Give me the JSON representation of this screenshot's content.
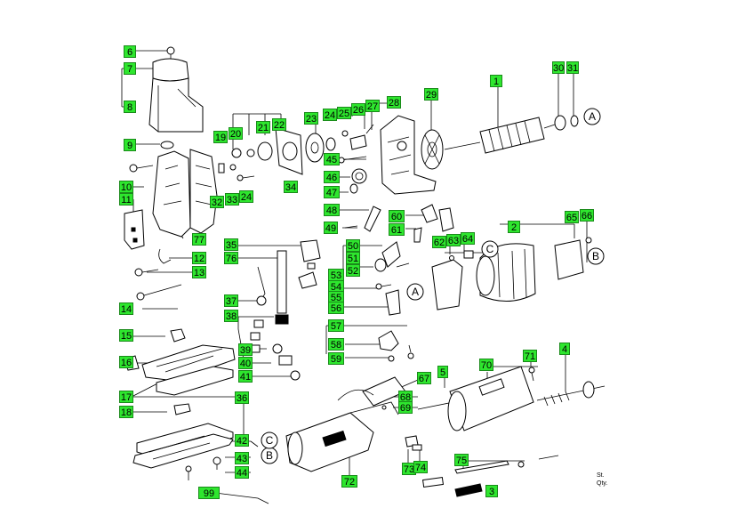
{
  "labels": [
    {
      "id": "6",
      "text": "6",
      "hl": true
    },
    {
      "id": "7",
      "text": "7",
      "hl": true
    },
    {
      "id": "8",
      "text": "8",
      "hl": true
    },
    {
      "id": "9",
      "text": "9",
      "hl": true
    },
    {
      "id": "10",
      "text": "10",
      "hl": true
    },
    {
      "id": "11",
      "text": "11",
      "hl": true
    },
    {
      "id": "12",
      "text": "12",
      "hl": true
    },
    {
      "id": "13",
      "text": "13",
      "hl": true
    },
    {
      "id": "14",
      "text": "14",
      "hl": true
    },
    {
      "id": "15",
      "text": "15",
      "hl": true
    },
    {
      "id": "16",
      "text": "16",
      "hl": true
    },
    {
      "id": "17",
      "text": "17",
      "hl": true
    },
    {
      "id": "18",
      "text": "18",
      "hl": true
    },
    {
      "id": "19",
      "text": "19",
      "hl": true
    },
    {
      "id": "20",
      "text": "20",
      "hl": true
    },
    {
      "id": "21",
      "text": "21",
      "hl": true
    },
    {
      "id": "22",
      "text": "22",
      "hl": true
    },
    {
      "id": "23",
      "text": "23",
      "hl": true
    },
    {
      "id": "24a",
      "text": "24",
      "hl": true
    },
    {
      "id": "24b",
      "text": "24",
      "hl": true
    },
    {
      "id": "25",
      "text": "25",
      "hl": true
    },
    {
      "id": "26",
      "text": "26",
      "hl": true
    },
    {
      "id": "27",
      "text": "27",
      "hl": true
    },
    {
      "id": "28",
      "text": "28",
      "hl": true
    },
    {
      "id": "29",
      "text": "29",
      "hl": true
    },
    {
      "id": "30",
      "text": "30",
      "hl": true
    },
    {
      "id": "31",
      "text": "31",
      "hl": true
    },
    {
      "id": "1",
      "text": "1",
      "hl": true
    },
    {
      "id": "32",
      "text": "32",
      "hl": true
    },
    {
      "id": "33",
      "text": "33",
      "hl": true
    },
    {
      "id": "34",
      "text": "34",
      "hl": true
    },
    {
      "id": "45",
      "text": "45",
      "hl": true
    },
    {
      "id": "46",
      "text": "46",
      "hl": true
    },
    {
      "id": "47",
      "text": "47",
      "hl": true
    },
    {
      "id": "48",
      "text": "48",
      "hl": true
    },
    {
      "id": "49",
      "text": "49",
      "hl": true
    },
    {
      "id": "50",
      "text": "50",
      "hl": true
    },
    {
      "id": "51",
      "text": "51",
      "hl": true
    },
    {
      "id": "52",
      "text": "52",
      "hl": true
    },
    {
      "id": "53",
      "text": "53",
      "hl": true
    },
    {
      "id": "54",
      "text": "54",
      "hl": true
    },
    {
      "id": "55",
      "text": "55",
      "hl": true
    },
    {
      "id": "56",
      "text": "56",
      "hl": true
    },
    {
      "id": "57",
      "text": "57",
      "hl": true
    },
    {
      "id": "58",
      "text": "58",
      "hl": true
    },
    {
      "id": "59",
      "text": "59",
      "hl": true
    },
    {
      "id": "60",
      "text": "60",
      "hl": true
    },
    {
      "id": "61",
      "text": "61",
      "hl": true
    },
    {
      "id": "62",
      "text": "62",
      "hl": true
    },
    {
      "id": "63",
      "text": "63",
      "hl": true
    },
    {
      "id": "64",
      "text": "64",
      "hl": true
    },
    {
      "id": "65",
      "text": "65",
      "hl": true
    },
    {
      "id": "66",
      "text": "66",
      "hl": true
    },
    {
      "id": "2",
      "text": "2",
      "hl": true
    },
    {
      "id": "35",
      "text": "35",
      "hl": true
    },
    {
      "id": "76",
      "text": "76",
      "hl": true
    },
    {
      "id": "37",
      "text": "37",
      "hl": true
    },
    {
      "id": "38",
      "text": "38",
      "hl": true
    },
    {
      "id": "39",
      "text": "39",
      "hl": true
    },
    {
      "id": "40",
      "text": "40",
      "hl": true
    },
    {
      "id": "41",
      "text": "41",
      "hl": true
    },
    {
      "id": "36",
      "text": "36",
      "hl": true
    },
    {
      "id": "42",
      "text": "42",
      "hl": true
    },
    {
      "id": "43",
      "text": "43",
      "hl": true
    },
    {
      "id": "44",
      "text": "44",
      "hl": true
    },
    {
      "id": "77",
      "text": "77",
      "hl": true
    },
    {
      "id": "67",
      "text": "67",
      "hl": true
    },
    {
      "id": "68",
      "text": "68",
      "hl": true
    },
    {
      "id": "69",
      "text": "69",
      "hl": true
    },
    {
      "id": "5",
      "text": "5",
      "hl": true
    },
    {
      "id": "70",
      "text": "70",
      "hl": true
    },
    {
      "id": "71",
      "text": "71",
      "hl": true
    },
    {
      "id": "4",
      "text": "4",
      "hl": true
    },
    {
      "id": "72",
      "text": "72",
      "hl": true
    },
    {
      "id": "73",
      "text": "73",
      "hl": true
    },
    {
      "id": "74",
      "text": "74",
      "hl": true
    },
    {
      "id": "75",
      "text": "75",
      "hl": true
    },
    {
      "id": "3",
      "text": "3",
      "hl": true
    },
    {
      "id": "99",
      "text": "99",
      "hl": true
    }
  ],
  "circle_refs": [
    {
      "id": "A1",
      "text": "A"
    },
    {
      "id": "A2",
      "text": "A"
    },
    {
      "id": "B1",
      "text": "B"
    },
    {
      "id": "B2",
      "text": "B"
    },
    {
      "id": "C1",
      "text": "C"
    },
    {
      "id": "C2",
      "text": "C"
    }
  ],
  "note": {
    "line1": "St.",
    "line2": "Qty."
  },
  "colors": {
    "highlight": "#2ee62e",
    "ink": "#000000",
    "paper": "#ffffff"
  }
}
